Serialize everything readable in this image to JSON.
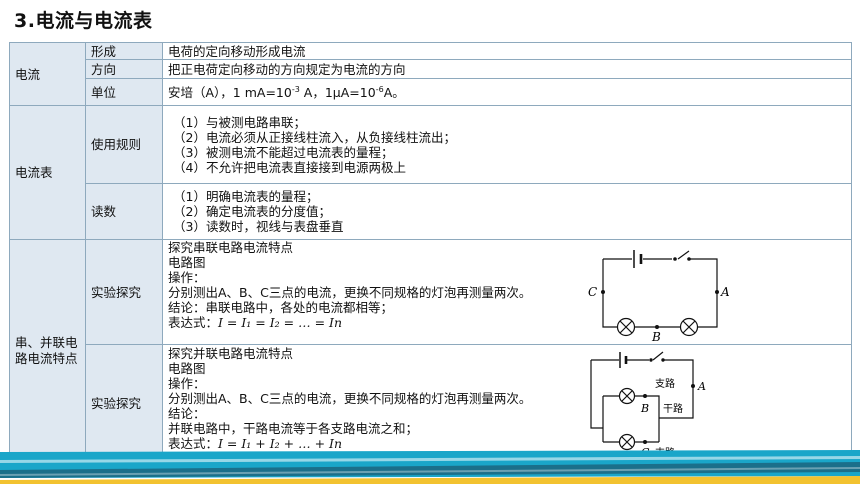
{
  "page_title": "3.电流与电流表",
  "current": {
    "label": "电流",
    "rows": [
      {
        "sub": "形成",
        "value": "电荷的定向移动形成电流"
      },
      {
        "sub": "方向",
        "value": "把正电荷定向移动的方向规定为电流的方向"
      }
    ],
    "unit": {
      "sub": "单位",
      "pre": "安培（A），1 mA=10",
      "exp1": "-3",
      "mid": " A，1μA=10",
      "exp2": "-6",
      "post": "A。"
    }
  },
  "ammeter": {
    "label": "电流表",
    "usage": {
      "sub": "使用规则",
      "lines": [
        "（1）与被测电路串联；",
        "（2）电流必须从正接线柱流入，从负接线柱流出；",
        "（3）被测电流不能超过电流表的量程；",
        "（4）不允许把电流表直接接到电源两极上"
      ]
    },
    "reading": {
      "sub": "读数",
      "lines": [
        "（1）明确电流表的量程；",
        "（2）确定电流表的分度值；",
        "（3）读数时，视线与表盘垂直"
      ]
    }
  },
  "circuits": {
    "label": "串、并联电路电流特点",
    "series": {
      "sub": "实验探究",
      "lines": [
        "探究串联电路电流特点",
        "电路图",
        "操作：",
        "分别测出A、B、C三点的电流，更换不同规格的灯泡再测量两次。",
        "结论：串联电路中，各处的电流都相等；"
      ],
      "formula_label": "表达式：",
      "formula": "I = I₁ = I₂ = … = In",
      "diagram_labels": {
        "a": "A",
        "b": "B",
        "c": "C"
      }
    },
    "parallel": {
      "sub": "实验探究",
      "lines": [
        "探究并联电路电流特点",
        "电路图",
        "操作：",
        "分别测出A、B、C三点的电流，更换不同规格的灯泡再测量两次。",
        "结论：",
        "并联电路中，干路电流等于各支路电流之和；"
      ],
      "formula_label": "表达式：",
      "formula": "I = I₁ + I₂ + … + In",
      "diagram_labels": {
        "a": "A",
        "b": "B",
        "c": "C",
        "branch1": "支路",
        "trunk": "干路",
        "branch2": "支路"
      }
    }
  },
  "colors": {
    "header_fill": "#dfe8f1",
    "border": "#8ea9bd",
    "band_teal": "#1aa6c9",
    "band_dark": "#1b6f8a",
    "band_yellow": "#f2c230"
  }
}
